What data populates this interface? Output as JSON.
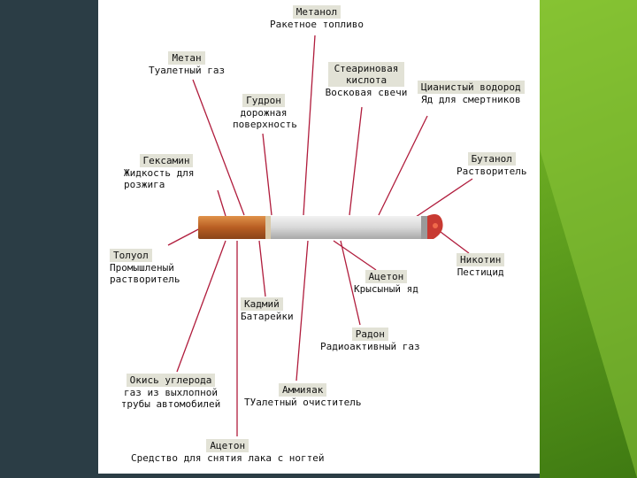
{
  "labels": {
    "methanol": {
      "name": "Метанол",
      "desc": "Ракетное топливо"
    },
    "methane": {
      "name": "Метан",
      "desc": "Туалетный газ"
    },
    "stearic": {
      "name": "Стеариновая кислота",
      "desc": "Восковая свечи"
    },
    "cyanide": {
      "name": "Цианистый водород",
      "desc": "Яд для смертников"
    },
    "tar": {
      "name": "Гудрон",
      "desc": "дорожная поверхность"
    },
    "hexamine": {
      "name": "Гексамин",
      "desc": "Жидкость для розжига"
    },
    "butanol": {
      "name": "Бутанол",
      "desc": "Растворитель"
    },
    "toluene": {
      "name": "Толуол",
      "desc": "Промышленый растворитель"
    },
    "nicotine": {
      "name": "Никотин",
      "desc": "Пестицид"
    },
    "acetone1": {
      "name": "Ацетон",
      "desc": "Крысыный яд"
    },
    "cadmium": {
      "name": "Кадмий",
      "desc": "Батарейки"
    },
    "radon": {
      "name": "Радон",
      "desc": "Радиоактивный газ"
    },
    "co": {
      "name": "Окись углерода",
      "desc": "газ из выхлопной трубы автомобилей"
    },
    "ammonia": {
      "name": "Аммияак",
      "desc": "ТУалетный очиститель"
    },
    "acetone2": {
      "name": "Ацетон",
      "desc": "Средство для снятия лака с ногтей"
    }
  },
  "colors": {
    "tag_bg": "#e2e2d6",
    "filter": "#c0682a",
    "ember": "#c83a32",
    "line": "#b01c3c"
  }
}
